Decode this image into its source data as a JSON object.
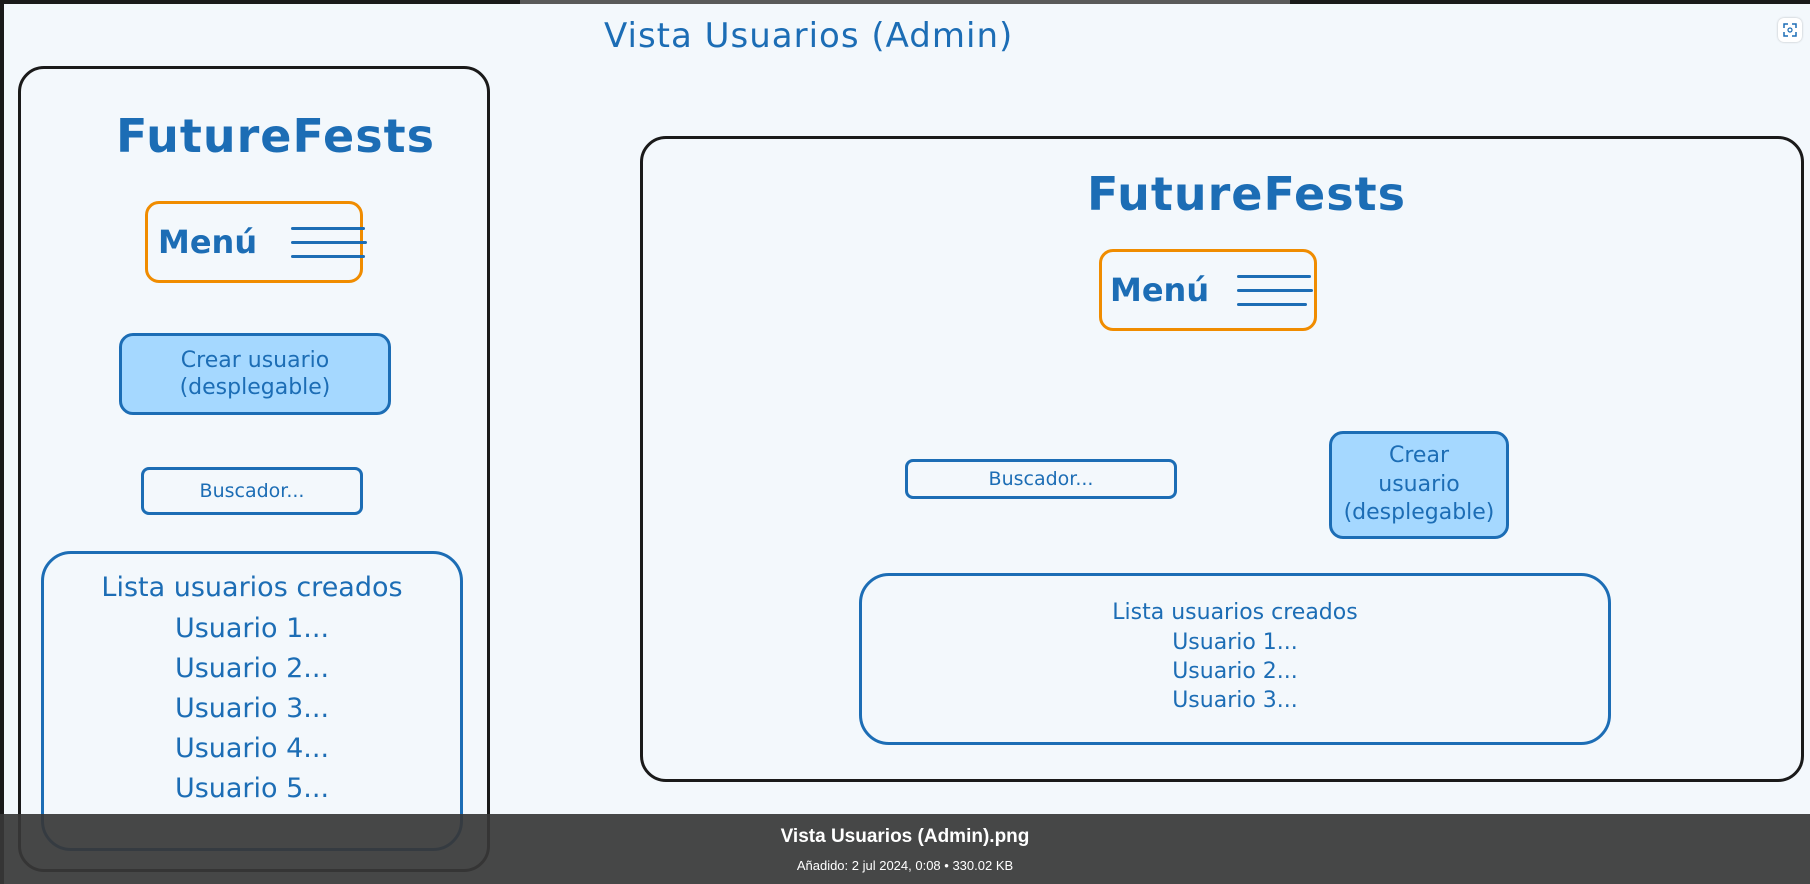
{
  "page_title": "Vista Usuarios (Admin)",
  "mobile": {
    "brand": "FutureFests",
    "menu_label": "Menú",
    "create_button": "Crear usuario\n(desplegable)",
    "search_placeholder": "Buscador...",
    "list_title": "Lista usuarios creados",
    "users": [
      "Usuario 1...",
      "Usuario 2...",
      "Usuario 3...",
      "Usuario 4...",
      "Usuario 5..."
    ]
  },
  "desktop": {
    "brand": "FutureFests",
    "menu_label": "Menú",
    "search_placeholder": "Buscador...",
    "create_button": "Crear\nusuario\n(desplegable)",
    "list_title": "Lista usuarios creados",
    "users": [
      "Usuario 1...",
      "Usuario 2...",
      "Usuario 3..."
    ]
  },
  "viewer": {
    "file_name": "Vista Usuarios (Admin).png",
    "file_meta": "Añadido: 2 jul 2024, 0:08 • 330.02 KB"
  },
  "colors": {
    "ink": "#1c6db5",
    "menu_border": "#f08c00",
    "button_fill": "#a5d8ff",
    "frame": "#1a1a1a",
    "canvas": "#f3f8fc"
  },
  "icons": [
    "hamburger-icon",
    "fullscreen-icon"
  ]
}
